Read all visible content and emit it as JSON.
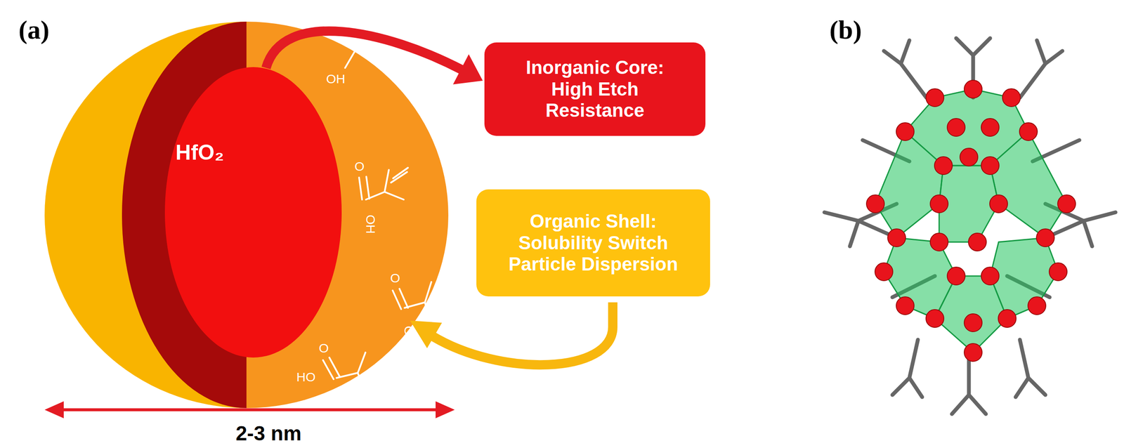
{
  "diagram": {
    "nodes": [
      {
        "text": [
          "HfO₂"
        ]
      },
      {
        "text": [
          "Inorganic Core: High Etch Resistance"
        ]
      },
      {
        "text": [
          "Organic Shell: Solubility Switch Particle Dispersion"
        ]
      }
    ],
    "edges": [
      {
        "from": 0,
        "to": 1,
        "arrow": "to"
      }
    ],
    "labels": [
      "(a)",
      "OH",
      "O",
      "OH",
      "O",
      "HO",
      "O",
      "HO",
      "2-3 nm",
      "(b)"
    ]
  }
}
